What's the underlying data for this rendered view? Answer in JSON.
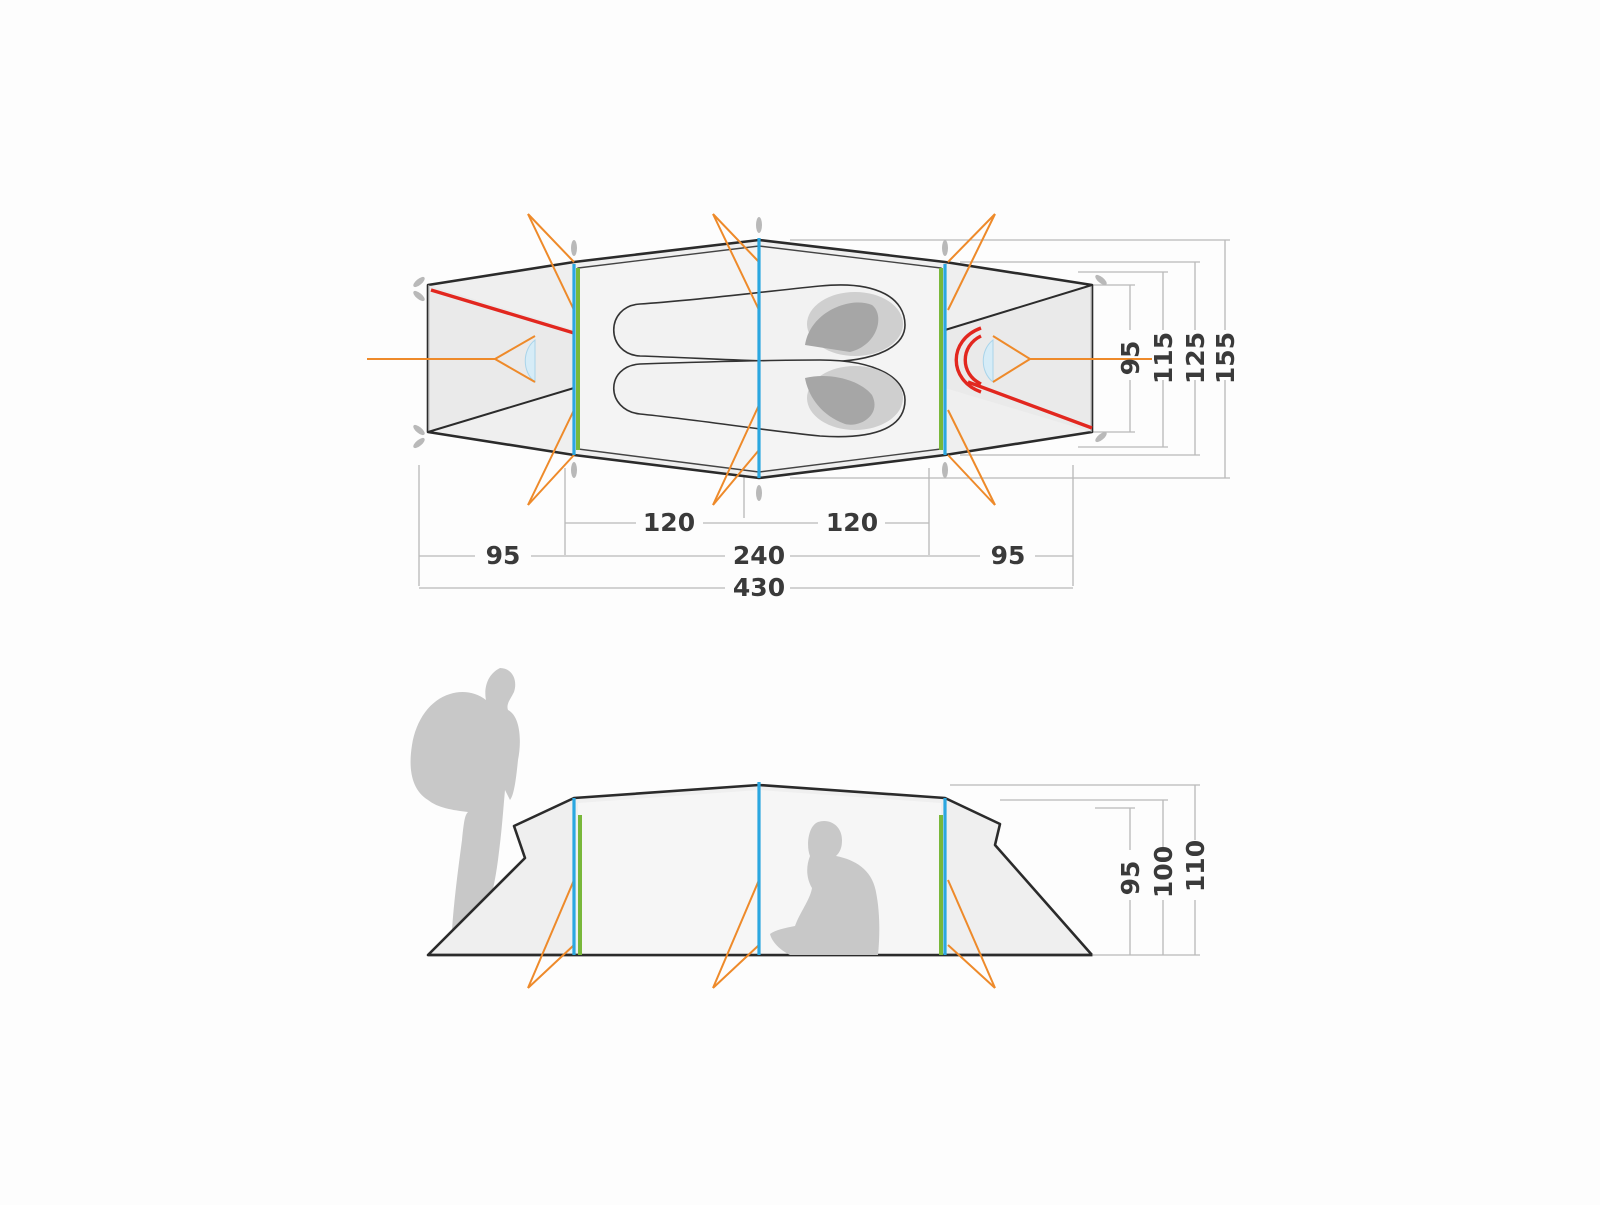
{
  "diagram": {
    "top_view": {
      "length_labels": {
        "left_vestibule": "95",
        "inner_total": "240",
        "right_vestibule": "95",
        "inner_left_half": "120",
        "inner_right_half": "120",
        "overall_length": "430"
      },
      "width_labels": [
        "95",
        "115",
        "125",
        "155"
      ]
    },
    "side_view": {
      "height_labels": [
        "95",
        "100",
        "110"
      ]
    },
    "colors": {
      "pole_blue": "#2ba7e0",
      "pole_green": "#79b83a",
      "pole_red": "#e2271f",
      "guy_lines": "#ee8a2a",
      "tent_outline": "#2b2b2b",
      "fabric": "#efefef"
    }
  }
}
